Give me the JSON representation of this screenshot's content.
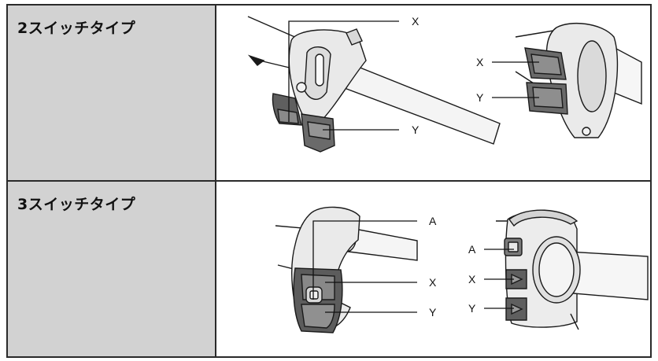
{
  "rows": [
    {
      "label": "2スイッチタイプ",
      "callouts": {
        "left_x": "X",
        "left_y": "Y",
        "right_x": "X",
        "right_y": "Y"
      }
    },
    {
      "label": "3スイッチタイプ",
      "callouts": {
        "left_a": "A",
        "left_x": "X",
        "left_y": "Y",
        "right_a": "A",
        "right_x": "X",
        "right_y": "Y"
      }
    }
  ]
}
